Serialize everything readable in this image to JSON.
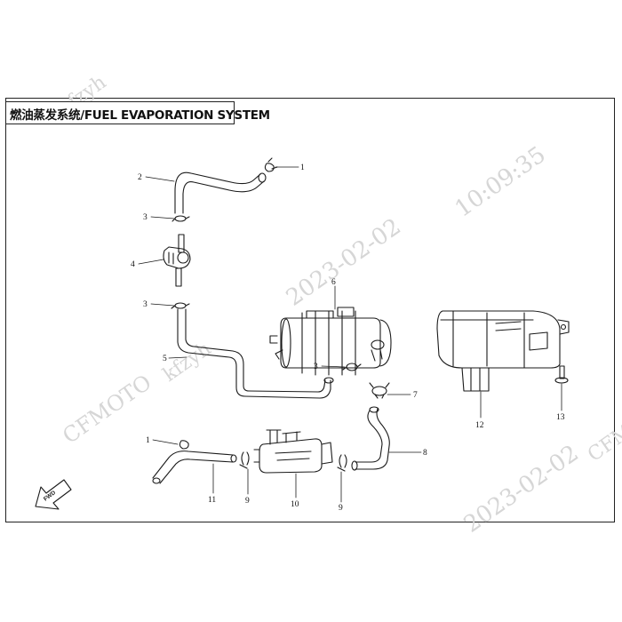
{
  "title": "燃油蒸发系统/FUEL EVAPORATION SYSTEM",
  "watermark": {
    "brand": "CFMOTO",
    "user": "kfzyh",
    "date": "2023-02-02",
    "time": "10:09:35"
  },
  "fwd_label": "FWD",
  "callouts": {
    "c1a": "1",
    "c2": "2",
    "c3a": "3",
    "c4": "4",
    "c3b": "3",
    "c6": "6",
    "c5": "5",
    "c3c": "3",
    "c7": "7",
    "c12": "12",
    "c13": "13",
    "c1b": "1",
    "c11": "11",
    "c9a": "9",
    "c10": "10",
    "c9b": "9",
    "c8": "8"
  },
  "colors": {
    "line": "#1a1a1a",
    "watermark": "#d6d6d6",
    "background": "#ffffff"
  }
}
